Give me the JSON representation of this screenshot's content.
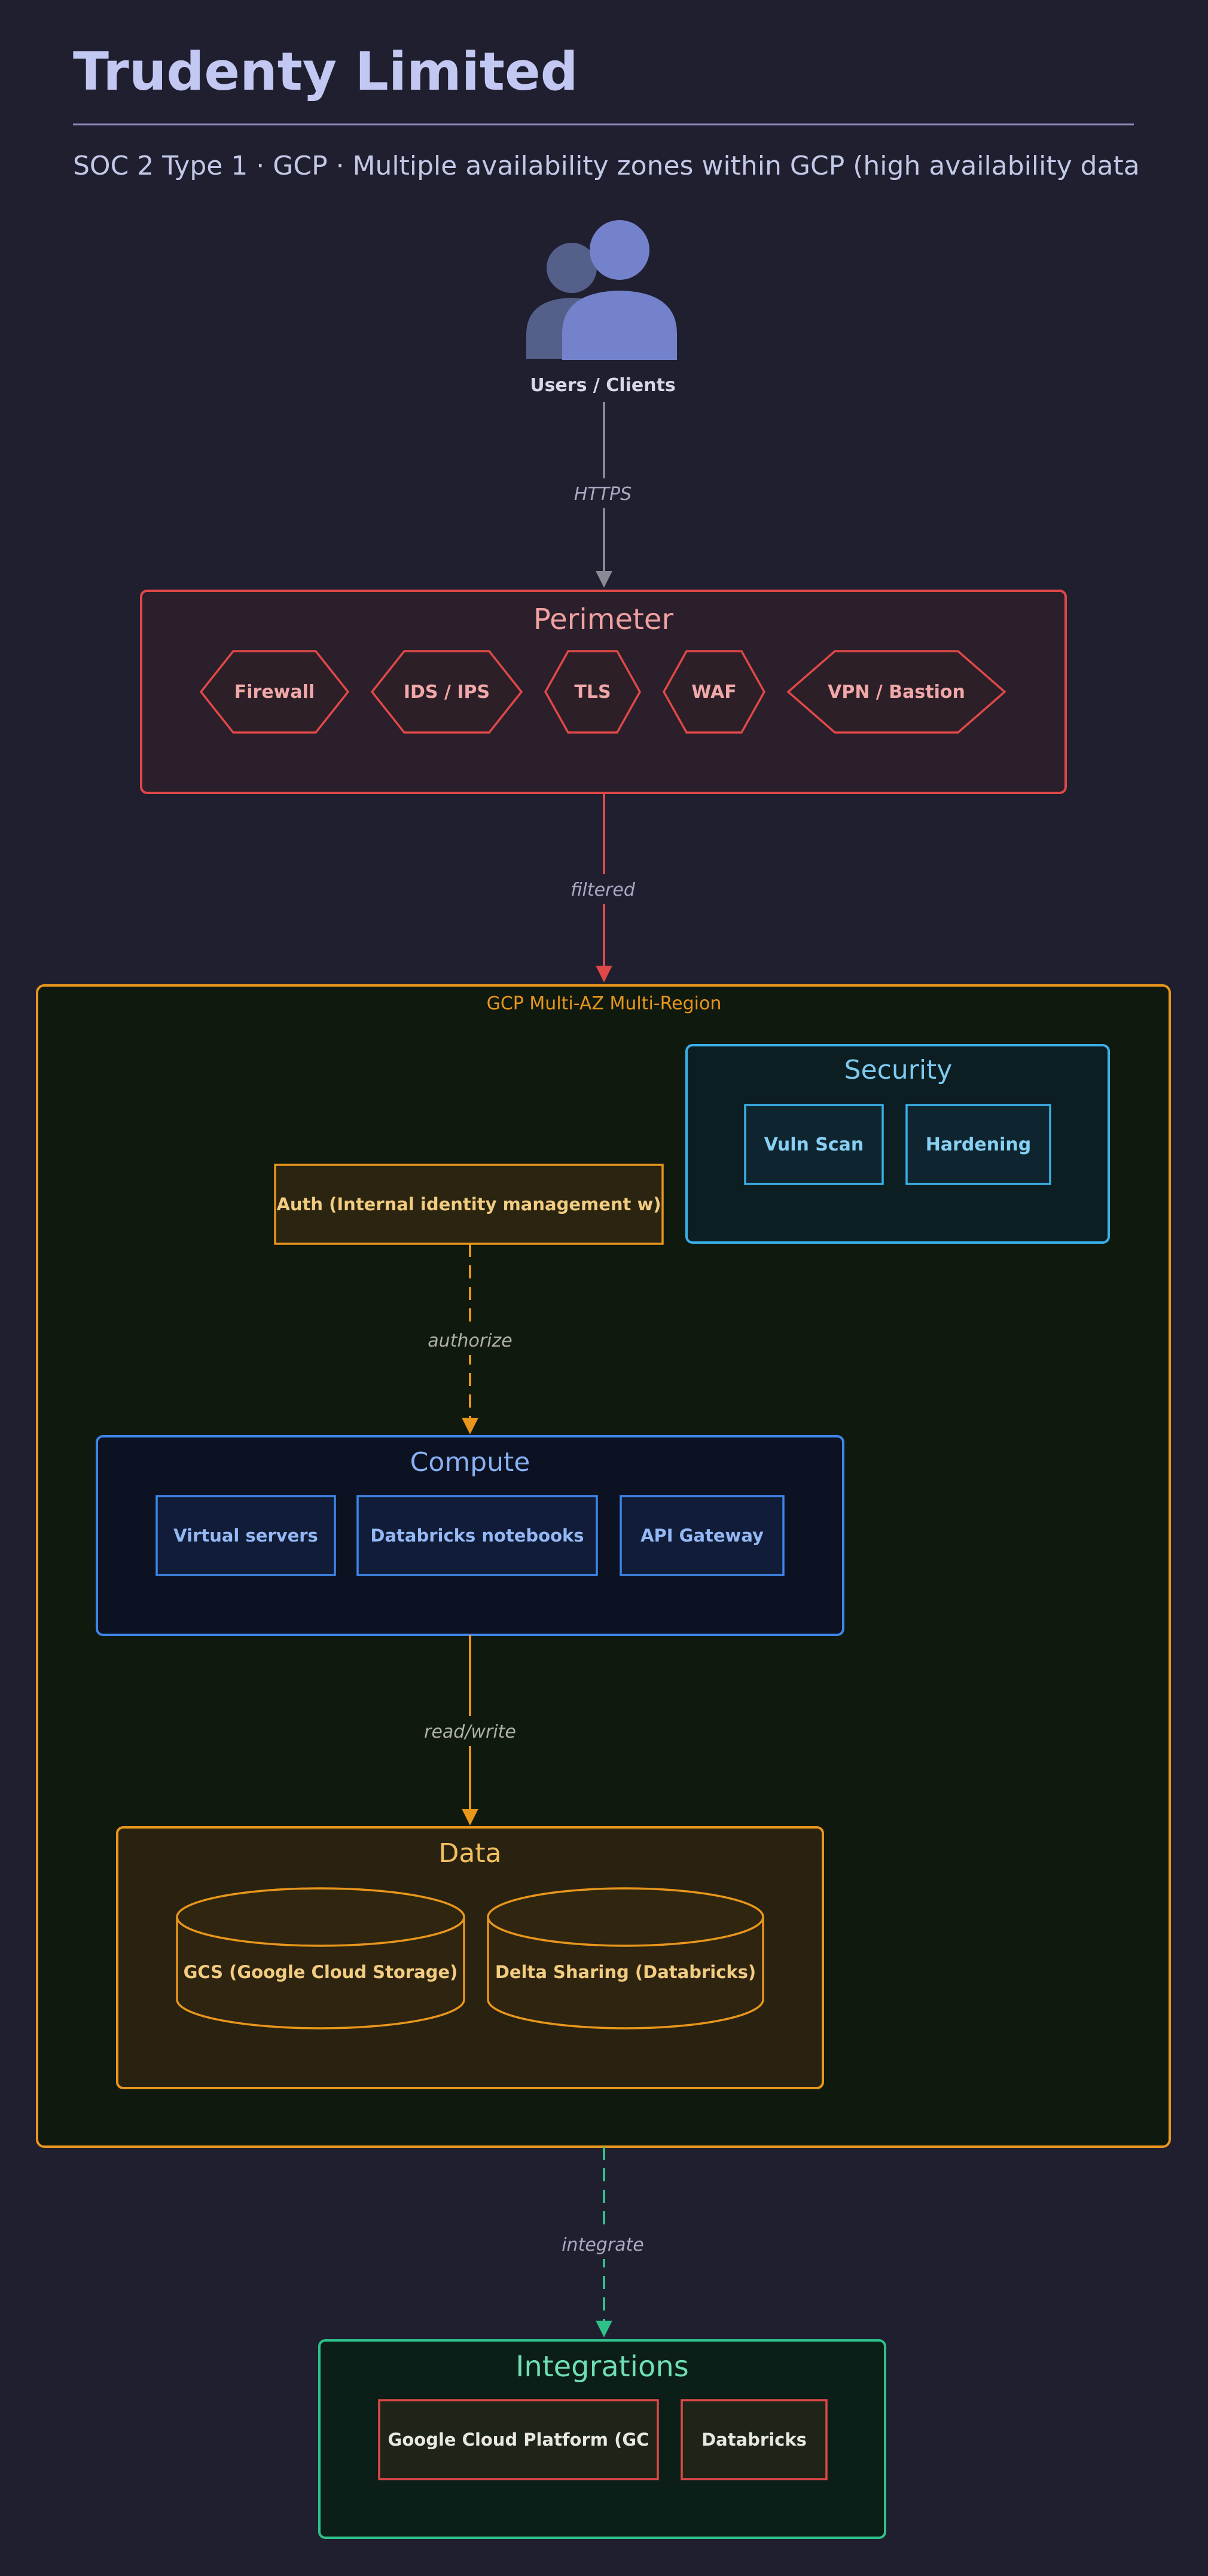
{
  "header": {
    "title": "Trudenty Limited",
    "subtitle": "SOC 2 Type 1 · GCP · Multiple availability zones within GCP (high availability data"
  },
  "users": {
    "label": "Users / Clients"
  },
  "edges": {
    "https": "HTTPS",
    "filtered": "filtered",
    "authorize": "authorize",
    "readwrite": "read/write",
    "integrate": "integrate"
  },
  "perimeter": {
    "title": "Perimeter",
    "items": [
      "Firewall",
      "IDS / IPS",
      "TLS",
      "WAF",
      "VPN / Bastion"
    ]
  },
  "cloud": {
    "label": "GCP Multi-AZ Multi-Region"
  },
  "security": {
    "title": "Security",
    "items": [
      "Vuln Scan",
      "Hardening"
    ]
  },
  "auth": {
    "label": "Auth (Internal identity management w)"
  },
  "compute": {
    "title": "Compute",
    "items": [
      "Virtual servers",
      "Databricks notebooks",
      "API Gateway"
    ]
  },
  "data": {
    "title": "Data",
    "items": [
      "GCS (Google Cloud Storage)",
      "Delta Sharing (Databricks)"
    ]
  },
  "integrations": {
    "title": "Integrations",
    "items": [
      "Google Cloud Platform (GC",
      "Databricks"
    ]
  },
  "colors": {
    "background": "#1f1f30",
    "perimeter": "#e04848",
    "cloud": "#e8961c",
    "security": "#3ab0e8",
    "compute": "#3e86e8",
    "data": "#e8961c",
    "integrations": "#2ec28a"
  }
}
